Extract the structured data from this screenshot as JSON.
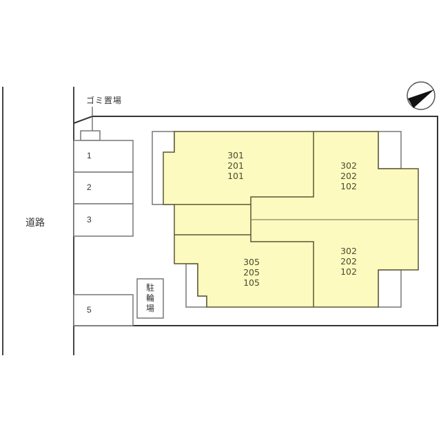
{
  "road": {
    "label": "道路"
  },
  "garbage": {
    "label": "ゴミ置場"
  },
  "bicycle_parking": {
    "chars": [
      "駐",
      "輪",
      "場"
    ]
  },
  "parking": {
    "slots": [
      {
        "label": "1"
      },
      {
        "label": "2"
      },
      {
        "label": "3"
      },
      {
        "label": "5"
      }
    ]
  },
  "units": [
    {
      "lines": [
        "301",
        "201",
        "101"
      ]
    },
    {
      "lines": [
        "302",
        "202",
        "102"
      ]
    },
    {
      "lines": [
        "305",
        "205",
        "105"
      ]
    },
    {
      "lines": [
        "302",
        "202",
        "102"
      ]
    }
  ],
  "compass": {
    "icon": "north-arrow-icon"
  },
  "colors": {
    "building_fill": "#fdfac0",
    "building_stroke": "#5a5530",
    "line": "#333333",
    "grey_line": "#777777"
  }
}
